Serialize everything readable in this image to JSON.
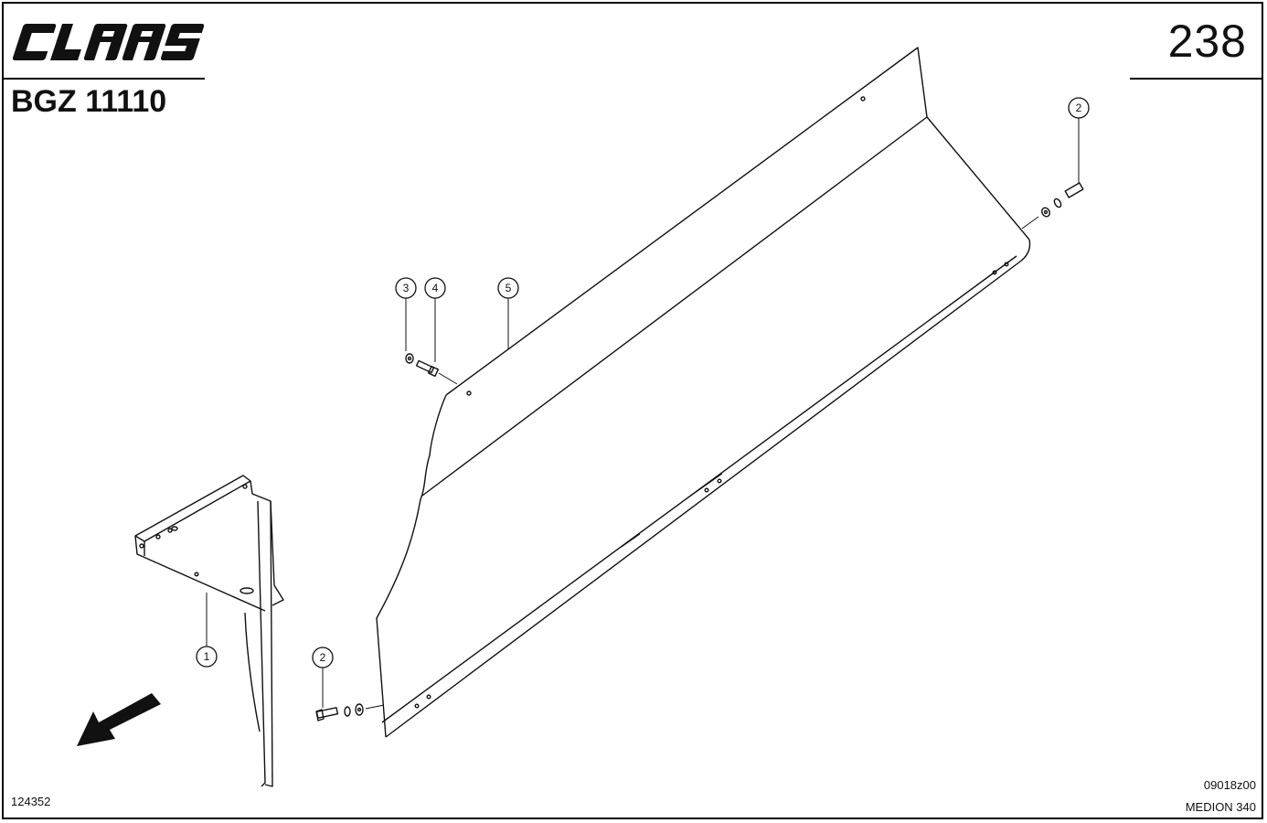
{
  "header": {
    "brand": "CLAAS",
    "page_number": "238",
    "group_code": "BGZ 11110"
  },
  "footer": {
    "drawing_ref": "124352",
    "file_ref": "09018z00",
    "model": "MEDION 340"
  },
  "callouts": [
    "1",
    "2",
    "2",
    "3",
    "4",
    "5"
  ],
  "colors": {
    "ink": "#111111",
    "paper": "#ffffff"
  }
}
